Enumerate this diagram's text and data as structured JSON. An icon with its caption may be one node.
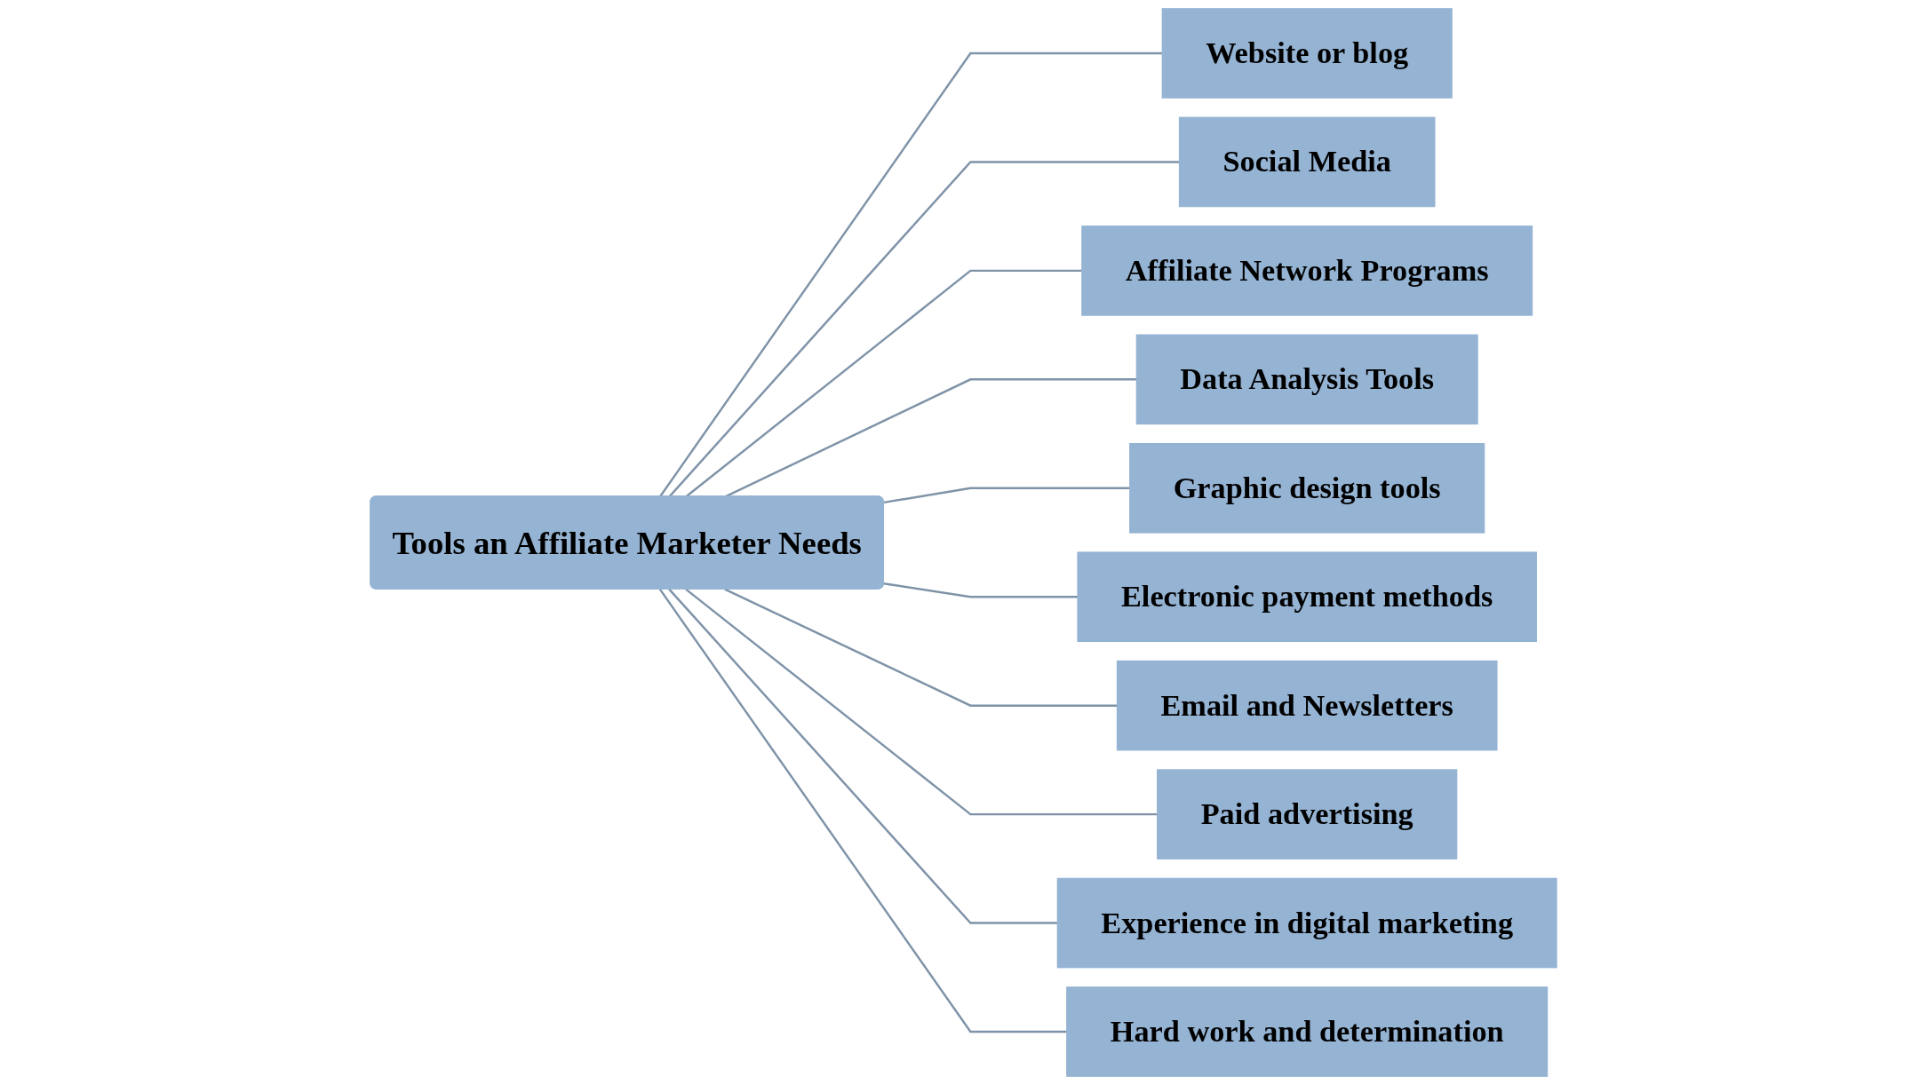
{
  "diagram": {
    "nodes": [
      {
        "text": [
          "Tools an Affiliate Marketer Needs"
        ]
      },
      {
        "text": [
          "Website or blog"
        ]
      },
      {
        "text": [
          "Social Media"
        ]
      },
      {
        "text": [
          "Affiliate Network Programs"
        ]
      },
      {
        "text": [
          "Data Analysis Tools"
        ]
      },
      {
        "text": [
          "Graphic design tools"
        ]
      },
      {
        "text": [
          "Electronic payment methods"
        ]
      },
      {
        "text": [
          "Email and Newsletters"
        ]
      },
      {
        "text": [
          "Paid advertising"
        ]
      },
      {
        "text": [
          "Experience in digital marketing"
        ]
      },
      {
        "text": [
          "Hard work and determination"
        ]
      }
    ],
    "edges": [
      {
        "from": 0,
        "to": 1,
        "arrow": "none"
      },
      {
        "from": 0,
        "to": 2,
        "arrow": "none"
      },
      {
        "from": 0,
        "to": 3,
        "arrow": "none"
      },
      {
        "from": 0,
        "to": 4,
        "arrow": "none"
      },
      {
        "from": 0,
        "to": 5,
        "arrow": "none"
      },
      {
        "from": 0,
        "to": 6,
        "arrow": "none"
      },
      {
        "from": 0,
        "to": 7,
        "arrow": "none"
      },
      {
        "from": 0,
        "to": 8,
        "arrow": "none"
      },
      {
        "from": 0,
        "to": 9,
        "arrow": "none"
      },
      {
        "from": 0,
        "to": 10,
        "arrow": "none"
      }
    ]
  }
}
